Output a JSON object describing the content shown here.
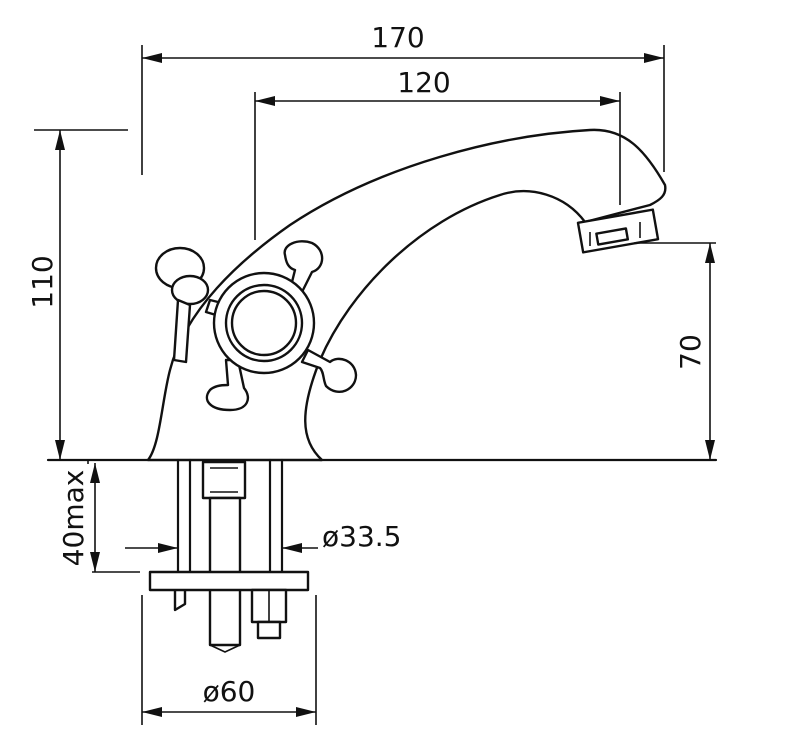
{
  "dimensions": {
    "overall_width": "170",
    "reach": "120",
    "height": "110",
    "spout_height": "70",
    "max_deck_thickness": "40max",
    "shank_diameter": "ø33.5",
    "base_diameter": "ø60"
  }
}
